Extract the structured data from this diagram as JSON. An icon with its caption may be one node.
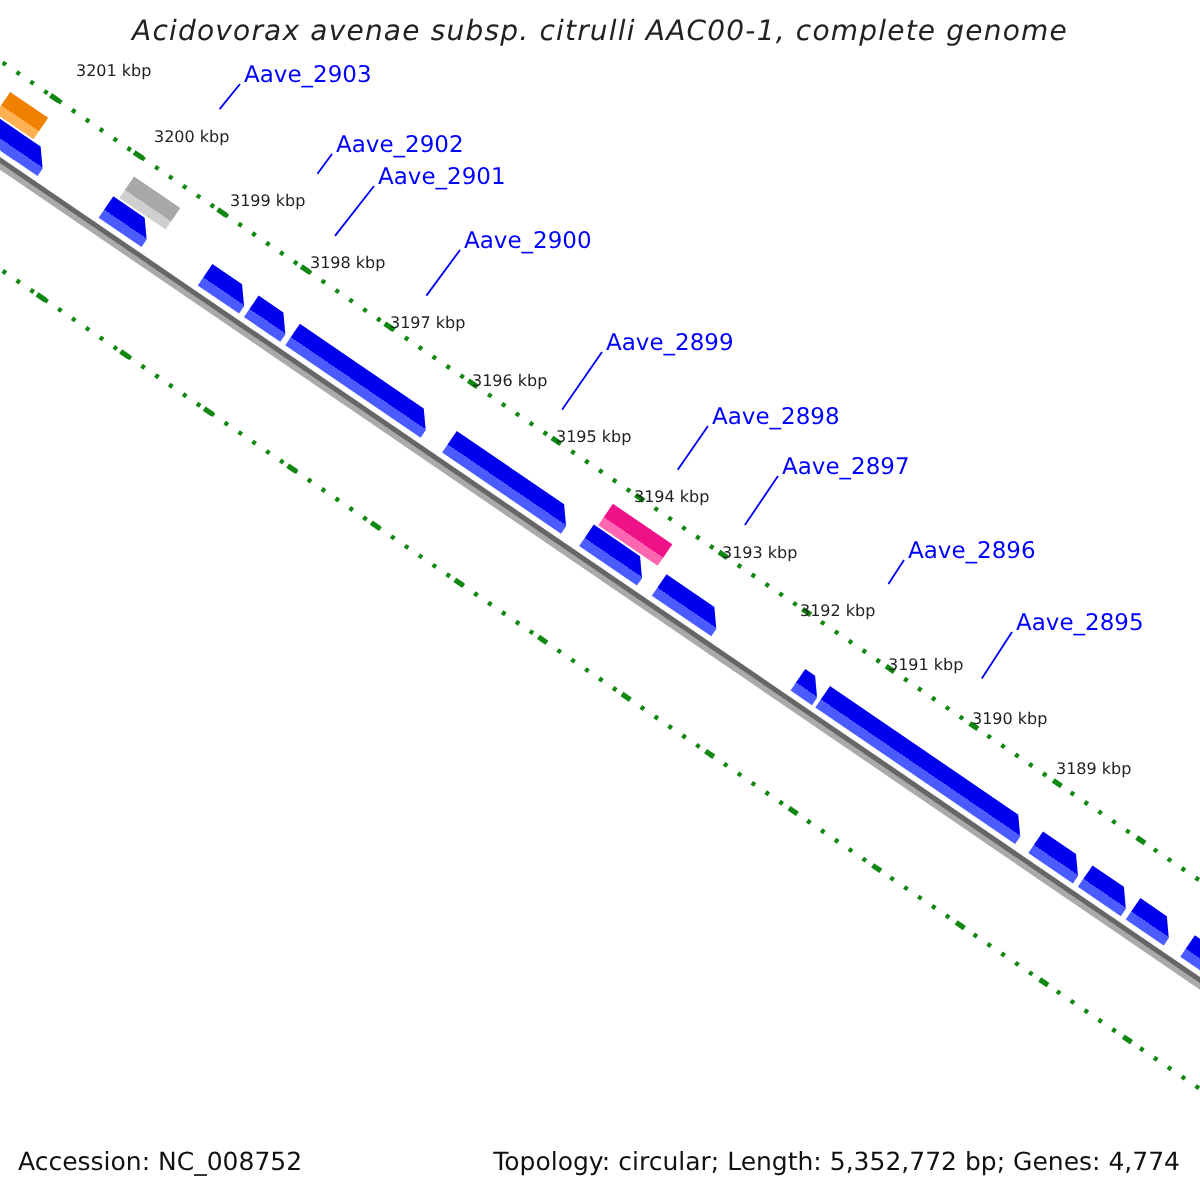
{
  "diagram": {
    "title": "Acidovorax avenae subsp. citrulli AAC00-1, complete genome",
    "nodes": [
      {
        "text": [
          "Aave_2903"
        ]
      },
      {
        "text": [
          "Aave_2902"
        ]
      },
      {
        "text": [
          "Aave_2901"
        ]
      },
      {
        "text": [
          "Aave_2900"
        ]
      },
      {
        "text": [
          "Aave_2899"
        ]
      },
      {
        "text": [
          "Aave_2898"
        ]
      },
      {
        "text": [
          "Aave_2897"
        ]
      },
      {
        "text": [
          "Aave_2896"
        ]
      },
      {
        "text": [
          "Aave_2895"
        ]
      }
    ],
    "edges": [
      {
        "from": 0,
        "to": null,
        "arrow": "none"
      },
      {
        "from": 1,
        "to": null,
        "arrow": "none"
      },
      {
        "from": 2,
        "to": null,
        "arrow": "none"
      },
      {
        "from": 3,
        "to": null,
        "arrow": "none"
      },
      {
        "from": 4,
        "to": null,
        "arrow": "none"
      },
      {
        "from": 5,
        "to": null,
        "arrow": "none"
      },
      {
        "from": 6,
        "to": null,
        "arrow": "none"
      },
      {
        "from": 7,
        "to": null,
        "arrow": "none"
      },
      {
        "from": 8,
        "to": null,
        "arrow": "none"
      }
    ],
    "labels": [
      "3201 kbp",
      "3200 kbp",
      "3199 kbp",
      "3198 kbp",
      "3197 kbp",
      "3196 kbp",
      "3195 kbp",
      "3194 kbp",
      "3193 kbp",
      "3192 kbp",
      "3191 kbp",
      "3190 kbp",
      "3189 kbp",
      "Accession: NC_008752",
      "Topology: circular; Length: 5,352,772 bp; Genes: 4,774"
    ]
  }
}
